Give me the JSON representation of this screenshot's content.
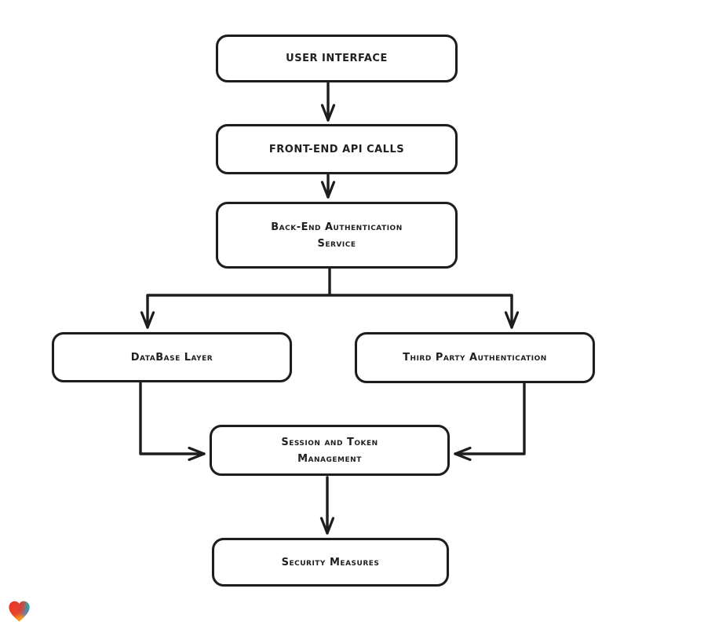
{
  "diagram": {
    "type": "flowchart",
    "background": "#ffffff",
    "stroke_color": "#1d1d1d",
    "node_fill": "#ffffff",
    "nodes": [
      {
        "id": "user-interface",
        "label": "USER INTERFACE"
      },
      {
        "id": "front-end-api-calls",
        "label": "FRONT-END API CALLS"
      },
      {
        "id": "back-end-authentication-service",
        "label": [
          "Back-End Authentication",
          "Service"
        ]
      },
      {
        "id": "database-layer",
        "label": "DataBase Layer"
      },
      {
        "id": "third-party-authentication",
        "label": "Third Party Authentication"
      },
      {
        "id": "session-and-token-management",
        "label": [
          "Session and Token",
          "Management"
        ]
      },
      {
        "id": "security-measures",
        "label": "Security Measures"
      }
    ],
    "edges": [
      {
        "from": "user-interface",
        "to": "front-end-api-calls"
      },
      {
        "from": "front-end-api-calls",
        "to": "back-end-authentication-service"
      },
      {
        "from": "back-end-authentication-service",
        "to": "database-layer"
      },
      {
        "from": "back-end-authentication-service",
        "to": "third-party-authentication"
      },
      {
        "from": "database-layer",
        "to": "session-and-token-management"
      },
      {
        "from": "third-party-authentication",
        "to": "session-and-token-management"
      },
      {
        "from": "session-and-token-management",
        "to": "security-measures"
      }
    ]
  },
  "branding": {
    "logo": "gradient-heart-logo",
    "colors": {
      "red": "#e8372c",
      "teal": "#2ba8a0",
      "blue": "#3f7bdb",
      "orange": "#f7941d"
    }
  }
}
